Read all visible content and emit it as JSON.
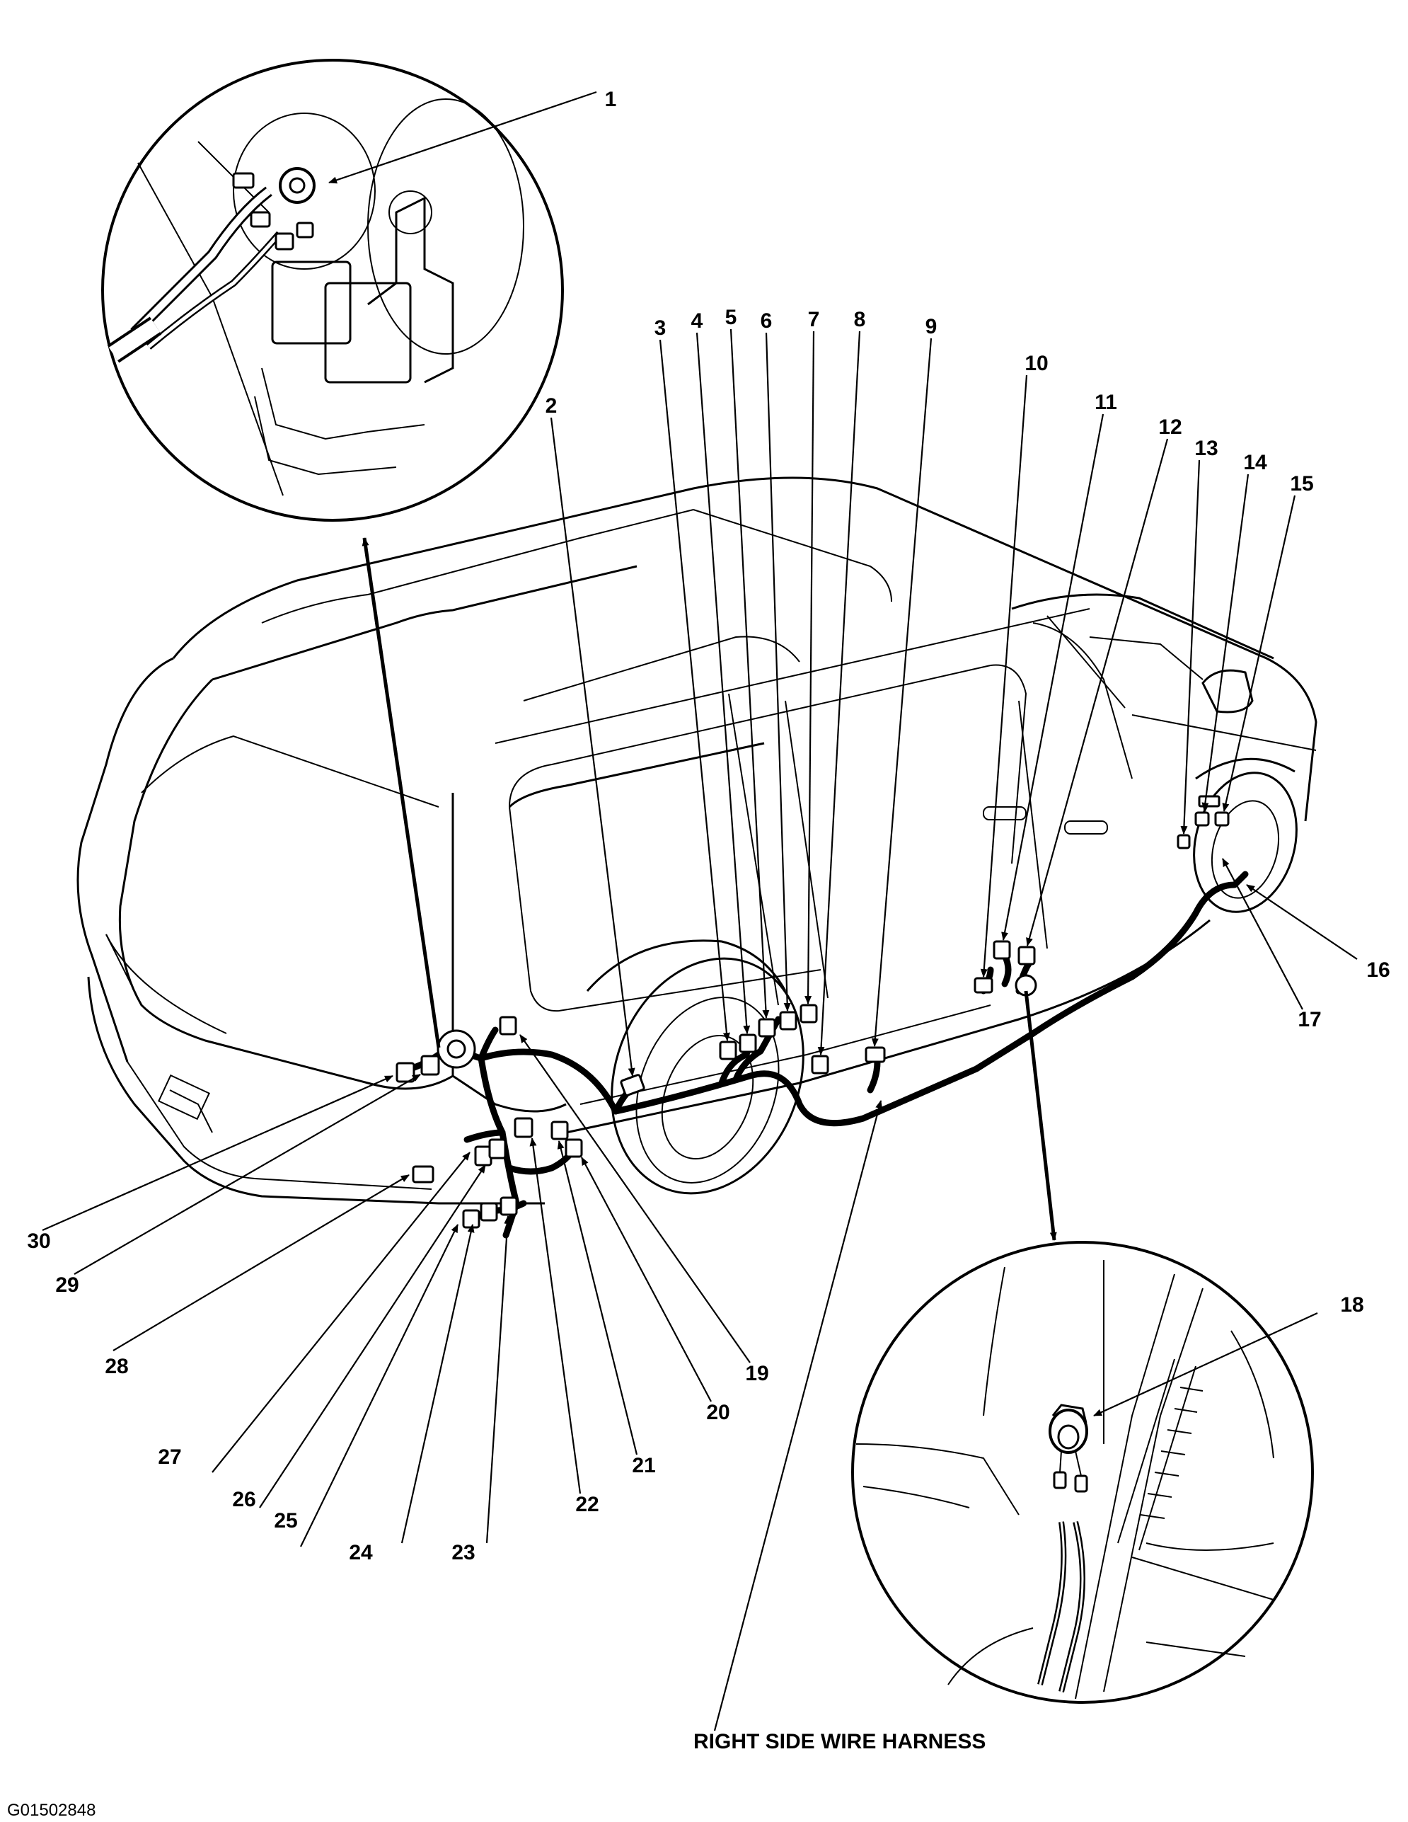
{
  "title": "RIGHT SIDE WIRE HARNESS",
  "figure_code": "G01502848",
  "callouts": [
    "1",
    "2",
    "3",
    "4",
    "5",
    "6",
    "7",
    "8",
    "9",
    "10",
    "11",
    "12",
    "13",
    "14",
    "15",
    "16",
    "17",
    "18",
    "19",
    "20",
    "21",
    "22",
    "23",
    "24",
    "25",
    "26",
    "27",
    "28",
    "29",
    "30"
  ]
}
